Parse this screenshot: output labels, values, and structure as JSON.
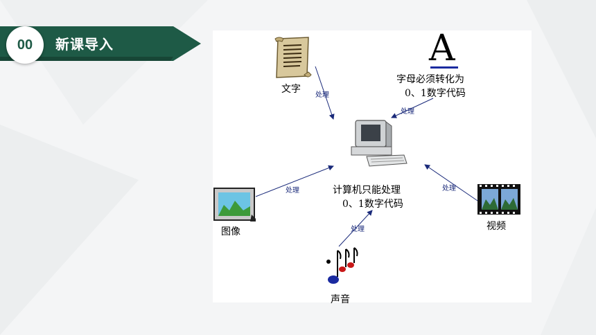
{
  "slide": {
    "badge_number": "00",
    "title": "新课导入",
    "theme_color": "#1e5a46"
  },
  "diagram": {
    "center_label_line1": "计算机只能处理",
    "center_label_line2": "0、1数字代码",
    "nodes": {
      "text": "文字",
      "letter_glyph": "A",
      "letter_line1": "字母必须转化为",
      "letter_line2": "0、1数字代码",
      "image": "图像",
      "video": "视频",
      "sound": "声音"
    },
    "edge_label": "处理",
    "edge_color": "#1a2a7a"
  }
}
